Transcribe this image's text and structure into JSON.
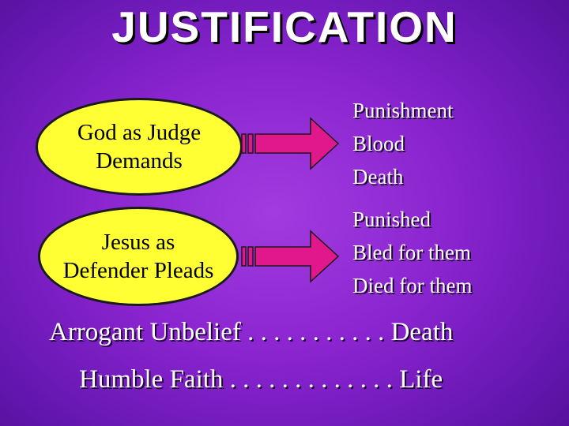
{
  "title": "JUSTIFICATION",
  "rows": [
    {
      "oval_lines": [
        "God as Judge",
        "Demands"
      ],
      "items": [
        "Punishment",
        "Blood",
        "Death"
      ]
    },
    {
      "oval_lines": [
        "Jesus as",
        "Defender Pleads"
      ],
      "items": [
        "Punished",
        "Bled for them",
        "Died for them"
      ]
    }
  ],
  "bottom_lines": [
    "Arrogant Unbelief . . . . . . . . . . . Death",
    "Humble Faith . . . . . . . . . . . . . Life"
  ],
  "colors": {
    "background": "#8a24cf",
    "oval_fill": "#ffff33",
    "arrow_fill": "#e0188c",
    "text": "#ffffff"
  }
}
